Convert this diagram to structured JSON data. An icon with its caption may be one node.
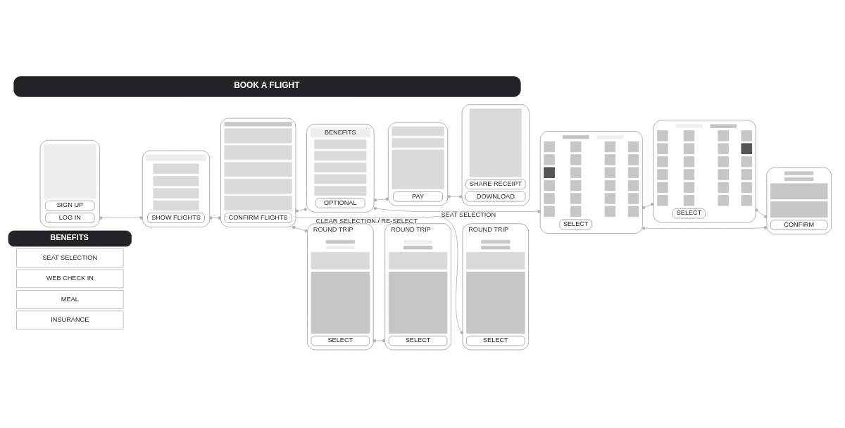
{
  "diagram": {
    "title": "BOOK A FLIGHT",
    "nodes": [
      {
        "text": [],
        "shape": "box"
      },
      {
        "text": [],
        "shape": "box",
        "in": 0
      },
      {
        "text": [
          "SIGN UP"
        ],
        "in": 0
      },
      {
        "text": [
          "LOG IN"
        ],
        "in": 0
      },
      {
        "text": [],
        "shape": "box"
      },
      {
        "text": [],
        "shape": "box",
        "in": 4
      },
      {
        "text": [],
        "shape": "box",
        "in": 4
      },
      {
        "text": [],
        "shape": "box",
        "in": 4
      },
      {
        "text": [],
        "shape": "box",
        "in": 4
      },
      {
        "text": [],
        "shape": "box",
        "in": 4
      },
      {
        "text": [
          "SHOW FLIGHTS"
        ],
        "in": 4
      },
      {
        "text": [],
        "shape": "box"
      },
      {
        "text": [],
        "shape": "box",
        "in": 11
      },
      {
        "text": [],
        "shape": "box",
        "in": 11
      },
      {
        "text": [],
        "shape": "box",
        "in": 11
      },
      {
        "text": [],
        "shape": "box",
        "in": 11
      },
      {
        "text": [],
        "shape": "box",
        "in": 11
      },
      {
        "text": [],
        "shape": "box",
        "in": 11
      },
      {
        "text": [
          "CONFIRM FLIGHTS"
        ],
        "in": 11
      },
      {
        "text": [],
        "shape": "box"
      },
      {
        "text": [
          "BENEFITS"
        ],
        "in": 19
      },
      {
        "text": [],
        "shape": "box",
        "in": 19
      },
      {
        "text": [],
        "shape": "box",
        "in": 19
      },
      {
        "text": [],
        "shape": "box",
        "in": 19
      },
      {
        "text": [],
        "shape": "box",
        "in": 19
      },
      {
        "text": [],
        "shape": "box",
        "in": 19
      },
      {
        "text": [
          "OPTIONAL"
        ],
        "in": 19
      },
      {
        "text": [],
        "shape": "box"
      },
      {
        "text": [],
        "shape": "box",
        "in": 27
      },
      {
        "text": [],
        "shape": "box",
        "in": 27
      },
      {
        "text": [],
        "shape": "box",
        "in": 27
      },
      {
        "text": [
          "PAY"
        ],
        "in": 27
      },
      {
        "text": [],
        "shape": "box"
      },
      {
        "text": [],
        "shape": "box",
        "in": 32
      },
      {
        "text": [
          "SHARE RECEIPT"
        ],
        "in": 32
      },
      {
        "text": [
          "DOWNLOAD"
        ],
        "in": 32
      },
      {
        "text": [],
        "shape": "box"
      },
      {
        "text": [],
        "shape": "box",
        "in": 36
      },
      {
        "text": [],
        "shape": "box",
        "in": 36
      },
      {
        "text": [],
        "shape": "box",
        "in": 36
      },
      {
        "text": [],
        "shape": "box",
        "in": 36
      },
      {
        "text": [],
        "shape": "box",
        "in": 36
      },
      {
        "text": [],
        "shape": "box",
        "in": 36
      },
      {
        "text": [],
        "shape": "box",
        "in": 36
      },
      {
        "text": [],
        "shape": "box",
        "in": 36
      },
      {
        "text": [],
        "shape": "box",
        "in": 36
      },
      {
        "text": [],
        "shape": "box",
        "in": 36
      },
      {
        "text": [],
        "shape": "box",
        "in": 36
      },
      {
        "text": [],
        "shape": "box",
        "in": 36
      },
      {
        "text": [],
        "shape": "box",
        "in": 36
      },
      {
        "text": [],
        "shape": "box",
        "in": 36
      },
      {
        "text": [],
        "shape": "box",
        "in": 36
      },
      {
        "text": [],
        "shape": "box",
        "in": 36
      },
      {
        "text": [],
        "shape": "box",
        "in": 36
      },
      {
        "text": [],
        "shape": "box",
        "in": 36
      },
      {
        "text": [],
        "shape": "box",
        "in": 36
      },
      {
        "text": [],
        "shape": "box",
        "in": 36
      },
      {
        "text": [],
        "shape": "box",
        "in": 36
      },
      {
        "text": [],
        "shape": "box",
        "in": 36
      },
      {
        "text": [],
        "shape": "box",
        "in": 36
      },
      {
        "text": [],
        "shape": "box",
        "in": 36
      },
      {
        "text": [],
        "shape": "box",
        "in": 36
      },
      {
        "text": [],
        "shape": "box",
        "in": 36
      },
      {
        "text": [
          "SELECT"
        ],
        "in": 36
      },
      {
        "text": [],
        "shape": "box"
      },
      {
        "text": [],
        "shape": "box",
        "in": 64
      },
      {
        "text": [],
        "shape": "box",
        "in": 64
      },
      {
        "text": [],
        "shape": "box",
        "in": 64
      },
      {
        "text": [],
        "shape": "box",
        "in": 64
      },
      {
        "text": [],
        "shape": "box",
        "in": 64
      },
      {
        "text": [],
        "shape": "box",
        "in": 64
      },
      {
        "text": [],
        "shape": "box",
        "in": 64
      },
      {
        "text": [],
        "shape": "box",
        "in": 64
      },
      {
        "text": [],
        "shape": "box",
        "in": 64
      },
      {
        "text": [],
        "shape": "box",
        "in": 64
      },
      {
        "text": [],
        "shape": "box",
        "in": 64
      },
      {
        "text": [],
        "shape": "box",
        "in": 64
      },
      {
        "text": [],
        "shape": "box",
        "in": 64
      },
      {
        "text": [],
        "shape": "box",
        "in": 64
      },
      {
        "text": [],
        "shape": "box",
        "in": 64
      },
      {
        "text": [],
        "shape": "box",
        "in": 64
      },
      {
        "text": [],
        "shape": "box",
        "in": 64
      },
      {
        "text": [],
        "shape": "box",
        "in": 64
      },
      {
        "text": [],
        "shape": "box",
        "in": 64
      },
      {
        "text": [],
        "shape": "box",
        "in": 64
      },
      {
        "text": [],
        "shape": "box",
        "in": 64
      },
      {
        "text": [],
        "shape": "box",
        "in": 64
      },
      {
        "text": [],
        "shape": "box",
        "in": 64
      },
      {
        "text": [],
        "shape": "box",
        "in": 64
      },
      {
        "text": [],
        "shape": "box",
        "in": 64
      },
      {
        "text": [],
        "shape": "box",
        "in": 64
      },
      {
        "text": [
          "SELECT"
        ],
        "in": 64
      },
      {
        "text": [],
        "shape": "box"
      },
      {
        "text": [],
        "shape": "box",
        "in": 92
      },
      {
        "text": [],
        "shape": "box",
        "in": 92
      },
      {
        "text": [],
        "shape": "box",
        "in": 92
      },
      {
        "text": [],
        "shape": "box",
        "in": 92
      },
      {
        "text": [
          "CONFIRM"
        ],
        "in": 92
      },
      {
        "text": [
          "BENEFITS"
        ]
      },
      {
        "text": [
          "SEAT SELECTION"
        ]
      },
      {
        "text": [
          "WEB CHECK IN"
        ]
      },
      {
        "text": [
          "MEAL"
        ]
      },
      {
        "text": [
          "INSURANCE"
        ]
      },
      {
        "text": [],
        "shape": "box",
        "beside": [
          "ROUND TRIP"
        ]
      },
      {
        "text": [],
        "shape": "box",
        "in": 103
      },
      {
        "text": [],
        "shape": "box",
        "in": 103
      },
      {
        "text": [],
        "shape": "box",
        "in": 103
      },
      {
        "text": [],
        "shape": "box",
        "in": 103
      },
      {
        "text": [
          "SELECT"
        ],
        "in": 103
      },
      {
        "text": [],
        "shape": "box",
        "beside": [
          "ROUND TRIP"
        ]
      },
      {
        "text": [],
        "shape": "box",
        "in": 109
      },
      {
        "text": [],
        "shape": "box",
        "in": 109
      },
      {
        "text": [],
        "shape": "box",
        "in": 109
      },
      {
        "text": [],
        "shape": "box",
        "in": 109
      },
      {
        "text": [
          "SELECT"
        ],
        "in": 109
      },
      {
        "text": [],
        "shape": "box",
        "beside": [
          "ROUND TRIP"
        ]
      },
      {
        "text": [],
        "shape": "box",
        "in": 115
      },
      {
        "text": [],
        "shape": "box",
        "in": 115
      },
      {
        "text": [],
        "shape": "box",
        "in": 115
      },
      {
        "text": [],
        "shape": "box",
        "in": 115
      },
      {
        "text": [
          "SELECT"
        ],
        "in": 115
      }
    ],
    "edges": [
      {
        "from": 0,
        "to": 4,
        "arrow": "other"
      },
      {
        "from": 4,
        "to": 11,
        "arrow": "other"
      },
      {
        "from": 11,
        "to": 19,
        "arrow": "other"
      },
      {
        "from": 11,
        "to": 103,
        "arrow": "other"
      },
      {
        "from": 103,
        "to": 109,
        "arrow": "other"
      },
      {
        "from": 11,
        "to": 115,
        "arrow": "other",
        "label": "CLEAR SELECTION / RE-SELECT"
      },
      {
        "from": 19,
        "to": 27,
        "arrow": "other"
      },
      {
        "from": 19,
        "to": 36,
        "arrow": "other",
        "label": "SEAT SELECTION"
      },
      {
        "from": 27,
        "to": 32,
        "arrow": "other"
      },
      {
        "from": 36,
        "to": 64,
        "arrow": "other"
      },
      {
        "from": 64,
        "to": 92,
        "arrow": "other"
      },
      {
        "from": 36,
        "to": 92,
        "arrow": "other"
      }
    ]
  }
}
